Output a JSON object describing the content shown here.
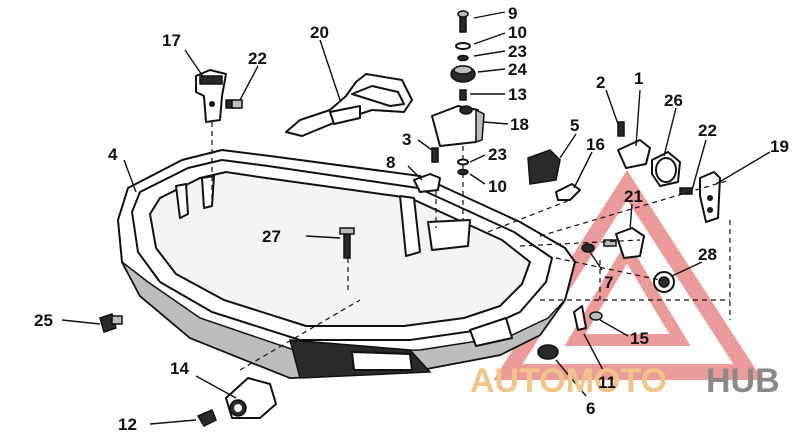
{
  "callouts": {
    "c1": "1",
    "c2": "2",
    "c3": "3",
    "c4": "4",
    "c5": "5",
    "c6": "6",
    "c7": "7",
    "c8": "8",
    "c9": "9",
    "c10a": "10",
    "c10b": "10",
    "c11": "11",
    "c12": "12",
    "c13": "13",
    "c14": "14",
    "c15": "15",
    "c16": "16",
    "c17": "17",
    "c18": "18",
    "c19": "19",
    "c20": "20",
    "c21": "21",
    "c22a": "22",
    "c22b": "22",
    "c23a": "23",
    "c23b": "23",
    "c24": "24",
    "c25": "25",
    "c26": "26",
    "c27": "27",
    "c28": "28"
  },
  "watermark": {
    "part1": "AUTOMOTO",
    "part2": "HUB",
    "color_light": "#f2c488",
    "color_dark": "#8a8a8a",
    "triangle_color": "#e98a8a"
  }
}
